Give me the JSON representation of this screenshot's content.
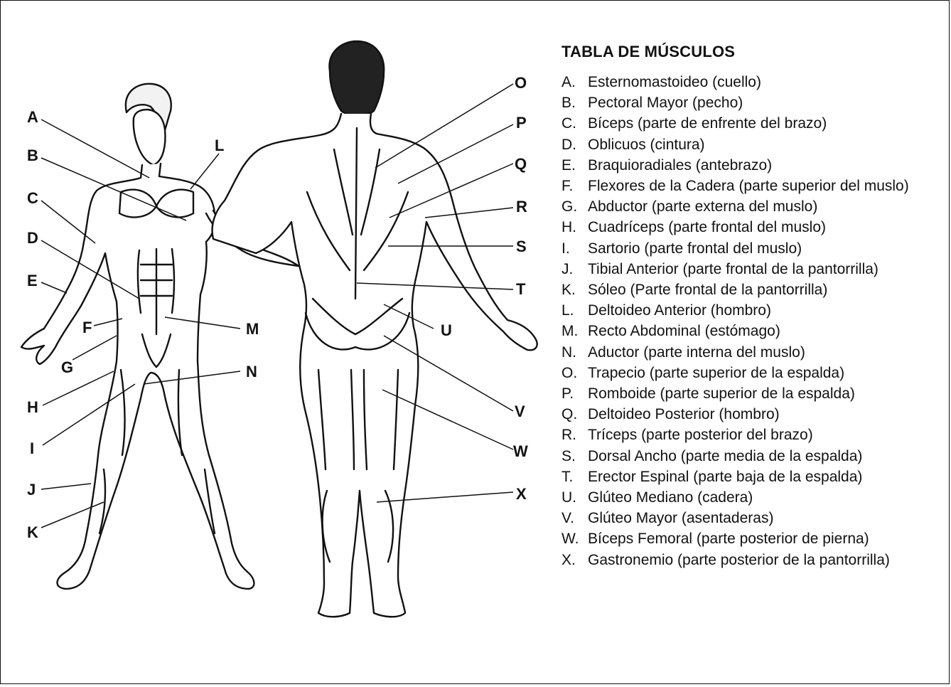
{
  "table": {
    "title": "TABLA DE MÚSCULOS",
    "muscles": [
      {
        "code": "A.",
        "name": "Esternomastoideo (cuello)"
      },
      {
        "code": "B.",
        "name": "Pectoral Mayor (pecho)"
      },
      {
        "code": "C.",
        "name": "Bíceps (parte de enfrente del brazo)"
      },
      {
        "code": "D.",
        "name": "Oblicuos (cintura)"
      },
      {
        "code": "E.",
        "name": "Braquioradiales (antebrazo)"
      },
      {
        "code": "F.",
        "name": "Flexores de la Cadera (parte superior del muslo)"
      },
      {
        "code": "G.",
        "name": "Abductor (parte externa del muslo)"
      },
      {
        "code": "H.",
        "name": "Cuadríceps (parte frontal del muslo)"
      },
      {
        "code": "I.",
        "name": "Sartorio (parte frontal del muslo)"
      },
      {
        "code": "J.",
        "name": "Tibial Anterior (parte frontal de la pantorrilla)"
      },
      {
        "code": "K.",
        "name": "Sóleo (Parte frontal de la pantorrilla)"
      },
      {
        "code": "L.",
        "name": "Deltoideo Anterior (hombro)"
      },
      {
        "code": "M.",
        "name": "Recto Abdominal (estómago)"
      },
      {
        "code": "N.",
        "name": "Aductor (parte interna del muslo)"
      },
      {
        "code": "O.",
        "name": "Trapecio (parte superior de la espalda)"
      },
      {
        "code": "P.",
        "name": "Romboide (parte superior de la espalda)"
      },
      {
        "code": "Q.",
        "name": "Deltoideo Posterior (hombro)"
      },
      {
        "code": "R.",
        "name": "Tríceps (parte posterior del brazo)"
      },
      {
        "code": "S.",
        "name": "Dorsal Ancho (parte media de la espalda)"
      },
      {
        "code": "T.",
        "name": "Erector Espinal (parte baja de la espalda)"
      },
      {
        "code": "U.",
        "name": "Glúteo Mediano (cadera)"
      },
      {
        "code": "V.",
        "name": "Glúteo Mayor (asentaderas)"
      },
      {
        "code": "W.",
        "name": "Bíceps Femoral (parte posterior de pierna)"
      },
      {
        "code": "X.",
        "name": "Gastronemio (parte posterior de la pantorrilla)"
      }
    ]
  },
  "figure_labels": {
    "front": [
      "A",
      "B",
      "C",
      "D",
      "E",
      "F",
      "G",
      "H",
      "I",
      "J",
      "K",
      "L",
      "M",
      "N"
    ],
    "back": [
      "O",
      "P",
      "Q",
      "R",
      "S",
      "T",
      "U",
      "V",
      "W",
      "X"
    ]
  }
}
